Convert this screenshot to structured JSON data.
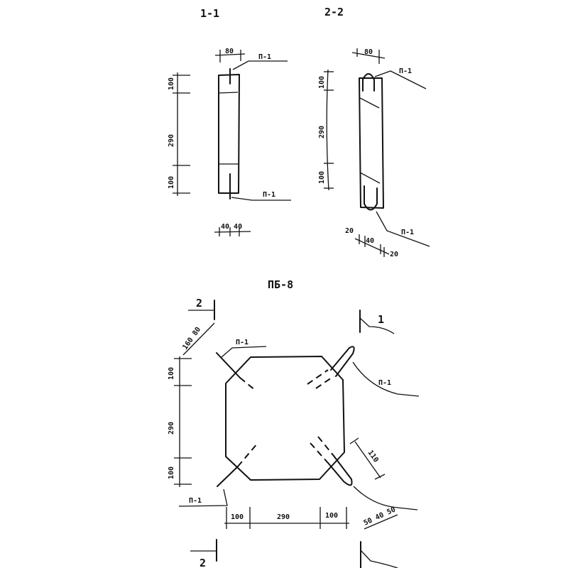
{
  "section_1_1": {
    "title": "1-1",
    "dim_width": "80",
    "dim_top": "100",
    "dim_middle": "290",
    "dim_bottom": "100",
    "dim_bottom_split": "40 40",
    "label_top": "П-1",
    "label_bottom": "П-1"
  },
  "section_2_2": {
    "title": "2-2",
    "dim_width": "80",
    "dim_top": "100",
    "dim_middle": "290",
    "dim_bottom": "100",
    "dim_left_edge": "20",
    "dim_center": "40",
    "dim_right_edge": "20",
    "label_top": "П-1",
    "label_bottom": "П-1"
  },
  "plan": {
    "title": "ПБ-8",
    "cut_2_top": "2",
    "cut_2_bottom": "2",
    "cut_1": "1",
    "dim_diag_top_left": "160 80",
    "dim_left_top": "100",
    "dim_left_middle": "290",
    "dim_left_bottom": "100",
    "dim_bottom_left": "100",
    "dim_bottom_middle": "290",
    "dim_bottom_right": "100",
    "dim_diag_right": "110",
    "dim_diag_bottom_right": "50 40 50",
    "label_top_left": "П-1",
    "label_top_right": "П-1",
    "label_bottom_left": "П-1"
  }
}
